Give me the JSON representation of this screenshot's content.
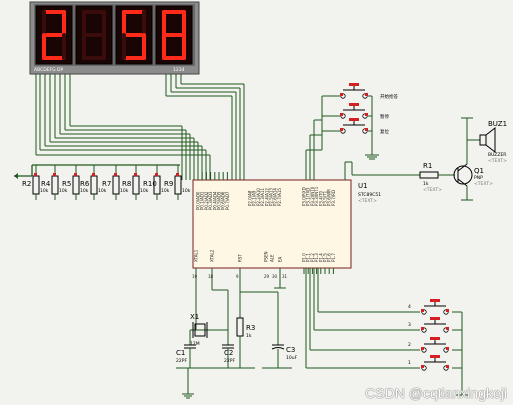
{
  "display": {
    "digits": [
      "2",
      "",
      "5",
      "8"
    ],
    "segment_pins": "ABCDEFG DP",
    "digit_pins": "1234"
  },
  "mcu": {
    "ref": "U1",
    "part": "STC89C51",
    "text": "<TEXT>",
    "pins": {
      "p0": [
        "P0.0/AD0",
        "P0.1/AD1",
        "P0.2/AD2",
        "P0.3/AD3",
        "P0.4/AD4",
        "P0.5/AD5",
        "P0.6/AD6",
        "P0.7/AD7"
      ],
      "p2": [
        "P2.0/A8",
        "P2.1/A9",
        "P2.2/A10",
        "P2.3/A11",
        "P2.4/A12",
        "P2.5/A13",
        "P2.6/A14",
        "P2.7/A15"
      ],
      "p3": [
        "P3.0/RXD",
        "P3.1/TXD",
        "P3.2/INT0",
        "P3.3/INT1",
        "P3.4/T0",
        "P3.5/T1",
        "P3.6/WR",
        "P3.7/RD"
      ],
      "p1": [
        "P1.0",
        "P1.1",
        "P1.2",
        "P1.3",
        "P1.4",
        "P1.5",
        "P1.6",
        "P1.7"
      ],
      "misc": [
        "XTAL1",
        "XTAL2",
        "RST",
        "PSEN",
        "ALE",
        "EA"
      ]
    }
  },
  "resistors": [
    {
      "ref": "R2",
      "value": "10k"
    },
    {
      "ref": "R4",
      "value": "10k"
    },
    {
      "ref": "R5",
      "value": "10k"
    },
    {
      "ref": "R6",
      "value": "10k"
    },
    {
      "ref": "R7",
      "value": "10k"
    },
    {
      "ref": "R8",
      "value": "10k"
    },
    {
      "ref": "R10",
      "value": "10k"
    },
    {
      "ref": "R9",
      "value": "10k"
    }
  ],
  "buttons_top": [
    {
      "label": "开始抢答"
    },
    {
      "label": "暂停"
    },
    {
      "label": "复位"
    }
  ],
  "buttons_bottom": [
    {
      "label": "4"
    },
    {
      "label": "3"
    },
    {
      "label": "2"
    },
    {
      "label": "1"
    }
  ],
  "r1": {
    "ref": "R1",
    "value": "1k",
    "text": "<TEXT>"
  },
  "q1": {
    "ref": "Q1",
    "type": "PNP",
    "text": "<TEXT>"
  },
  "buzzer": {
    "ref": "BUZ1",
    "type": "BUZZER",
    "text": "<TEXT>"
  },
  "x1": {
    "ref": "X1",
    "value": "12M",
    "text": "<TEXT>"
  },
  "c1": {
    "ref": "C1",
    "value": "22PF",
    "text": "<TEXT>"
  },
  "c2": {
    "ref": "C2",
    "value": "22PF",
    "text": "<TEXT>"
  },
  "r3": {
    "ref": "R3",
    "value": "1k",
    "text": "<TEXT>"
  },
  "c3": {
    "ref": "C3",
    "value": "10uF",
    "text": "<TEXT>"
  },
  "pin_numbers": {
    "xtal1": "19",
    "xtal2": "18",
    "rst": "9",
    "psen": "29",
    "ale": "30",
    "ea": "31"
  },
  "watermark": "CSDN @cqtianxingkeji"
}
